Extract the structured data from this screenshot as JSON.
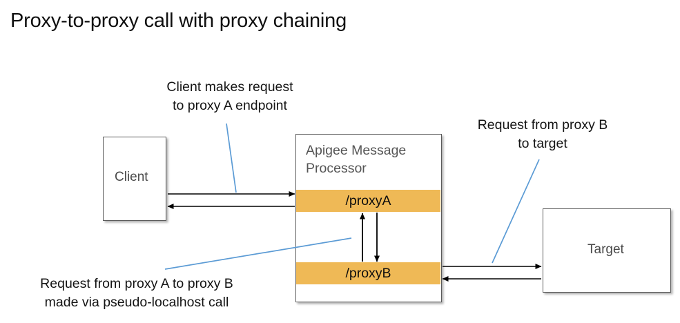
{
  "page": {
    "title": "Proxy-to-proxy call with proxy chaining",
    "background_color": "#ffffff"
  },
  "colors": {
    "proxy_band": "#efb956",
    "connector_line": "#5b9bd5",
    "box_border": "#5a5a5a",
    "arrow": "#000000",
    "title_text": "#0f0f0f",
    "node_label_text": "#4a4a4a"
  },
  "nodes": [
    {
      "id": "client",
      "label": "Client"
    },
    {
      "id": "message_processor",
      "label": "Apigee Message\nProcessor"
    },
    {
      "id": "target",
      "label": "Target"
    }
  ],
  "proxies": [
    {
      "id": "proxya",
      "label": "/proxyA"
    },
    {
      "id": "proxyb",
      "label": "/proxyB"
    }
  ],
  "annotations": [
    {
      "id": "client_request",
      "text": "Client makes request\nto proxy A endpoint"
    },
    {
      "id": "proxyb_to_target",
      "text": "Request from proxy B\nto target"
    },
    {
      "id": "proxya_to_proxyb",
      "text": "Request from proxy A to proxy B\nmade via pseudo-localhost call"
    }
  ],
  "flows": [
    {
      "id": "client-to-proxya",
      "from": "client",
      "to": "proxyA",
      "direction": "right"
    },
    {
      "id": "proxya-to-client",
      "from": "proxyA",
      "to": "client",
      "direction": "left"
    },
    {
      "id": "proxya-to-proxyb",
      "from": "proxyA",
      "to": "proxyB",
      "direction": "down"
    },
    {
      "id": "proxyb-to-proxya",
      "from": "proxyB",
      "to": "proxyA",
      "direction": "up"
    },
    {
      "id": "proxyb-to-target",
      "from": "proxyB",
      "to": "target",
      "direction": "right"
    },
    {
      "id": "target-to-proxyb",
      "from": "target",
      "to": "proxyB",
      "direction": "left"
    }
  ]
}
